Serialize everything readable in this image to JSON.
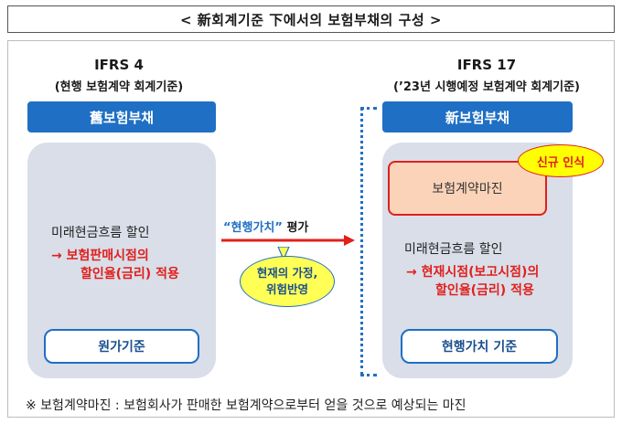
{
  "title": "< 新회계기준 下에서의 보험부채의 구성 >",
  "left": {
    "heading": "IFRS 4",
    "subheading": "(현행 보험계약 회계기준)",
    "header_label": "舊보험부채",
    "line1": "미래현금흐름 할인",
    "red_line1": "→ 보험판매시점의",
    "red_line2": "할인율(금리) 적용",
    "basis_label": "원가기준"
  },
  "right": {
    "heading": "IFRS 17",
    "subheading": "(’23년 시행예정 보험계약 회계기준)",
    "header_label": "新보험부채",
    "margin_label": "보험계약마진",
    "badge": "신규 인식",
    "line1": "미래현금흐름 할인",
    "red_line1": "→ 현재시점(보고시점)의",
    "red_line2": "할인율(금리) 적용",
    "basis_label": "현행가치 기준"
  },
  "arrow": {
    "label_quoted": "“현행가치”",
    "label_rest": " 평가",
    "ellipse_line1": "현재의 가정,",
    "ellipse_line2": "위험반영"
  },
  "footnote": "※ 보험계약마진 : 보험회사가 판매한 보험계약으로부터 얻을 것으로 예상되는 마진",
  "colors": {
    "blue": "#1f6fc4",
    "red": "#e0201c",
    "panel": "#d9dee9",
    "yellow": "#ffff00",
    "margin_fill": "#fbd3b8"
  }
}
